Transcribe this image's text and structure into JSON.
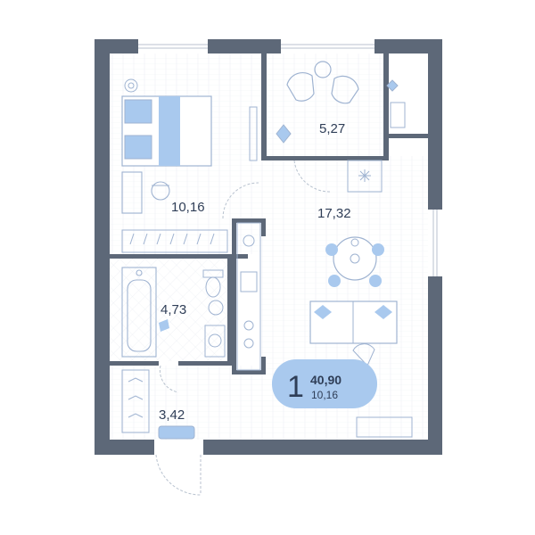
{
  "rooms": {
    "bedroom": {
      "area": "10,16"
    },
    "balcony": {
      "area": "5,27"
    },
    "kitchen_living": {
      "area": "17,32"
    },
    "bathroom": {
      "area": "4,73"
    },
    "hallway": {
      "area": "3,42"
    }
  },
  "badge": {
    "rooms_count": "1",
    "total_area": "40,90",
    "living_area": "10,16"
  },
  "colors": {
    "wall": "#5d6878",
    "accent": "#a9c9ee",
    "line": "#b8c2cf",
    "text": "#2f3e57",
    "furniture": "#9fb3d1"
  }
}
